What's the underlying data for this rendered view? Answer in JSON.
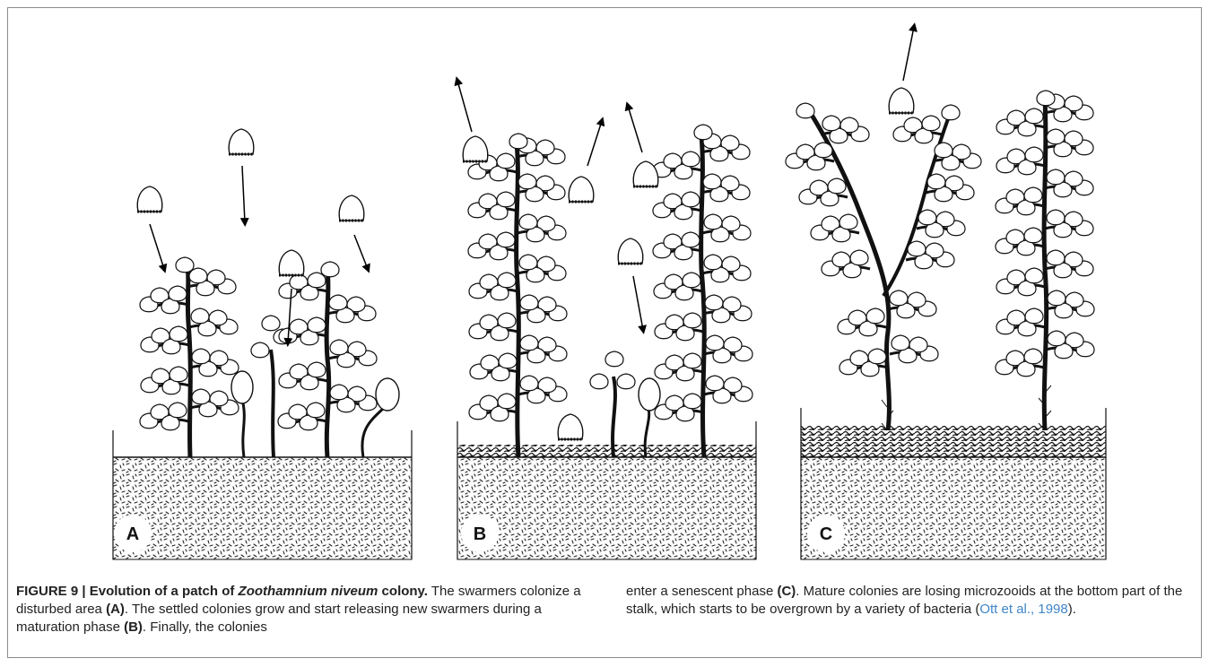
{
  "figure": {
    "panels": [
      {
        "letter": "A",
        "stage": "colonization"
      },
      {
        "letter": "B",
        "stage": "maturation"
      },
      {
        "letter": "C",
        "stage": "senescence"
      }
    ]
  },
  "caption": {
    "label": "FIGURE 9 | ",
    "title_pre": "Evolution of a patch of ",
    "title_species": "Zoothamnium niveum",
    "title_post": " colony.",
    "t1": " The swarmers colonize a disturbed area ",
    "ref_a": "(A)",
    "t2": ". The settled colonies grow and start releasing new swarmers during a maturation phase ",
    "ref_b": "(B)",
    "t3": ". Finally, the colonies",
    "t4": "enter a senescent phase ",
    "ref_c": "(C)",
    "t5": ". Mature colonies are losing microzooids at the bottom part of the stalk, which starts to be overgrown by a variety of bacteria (",
    "citation": "Ott et al., 1998",
    "t6": ")."
  }
}
